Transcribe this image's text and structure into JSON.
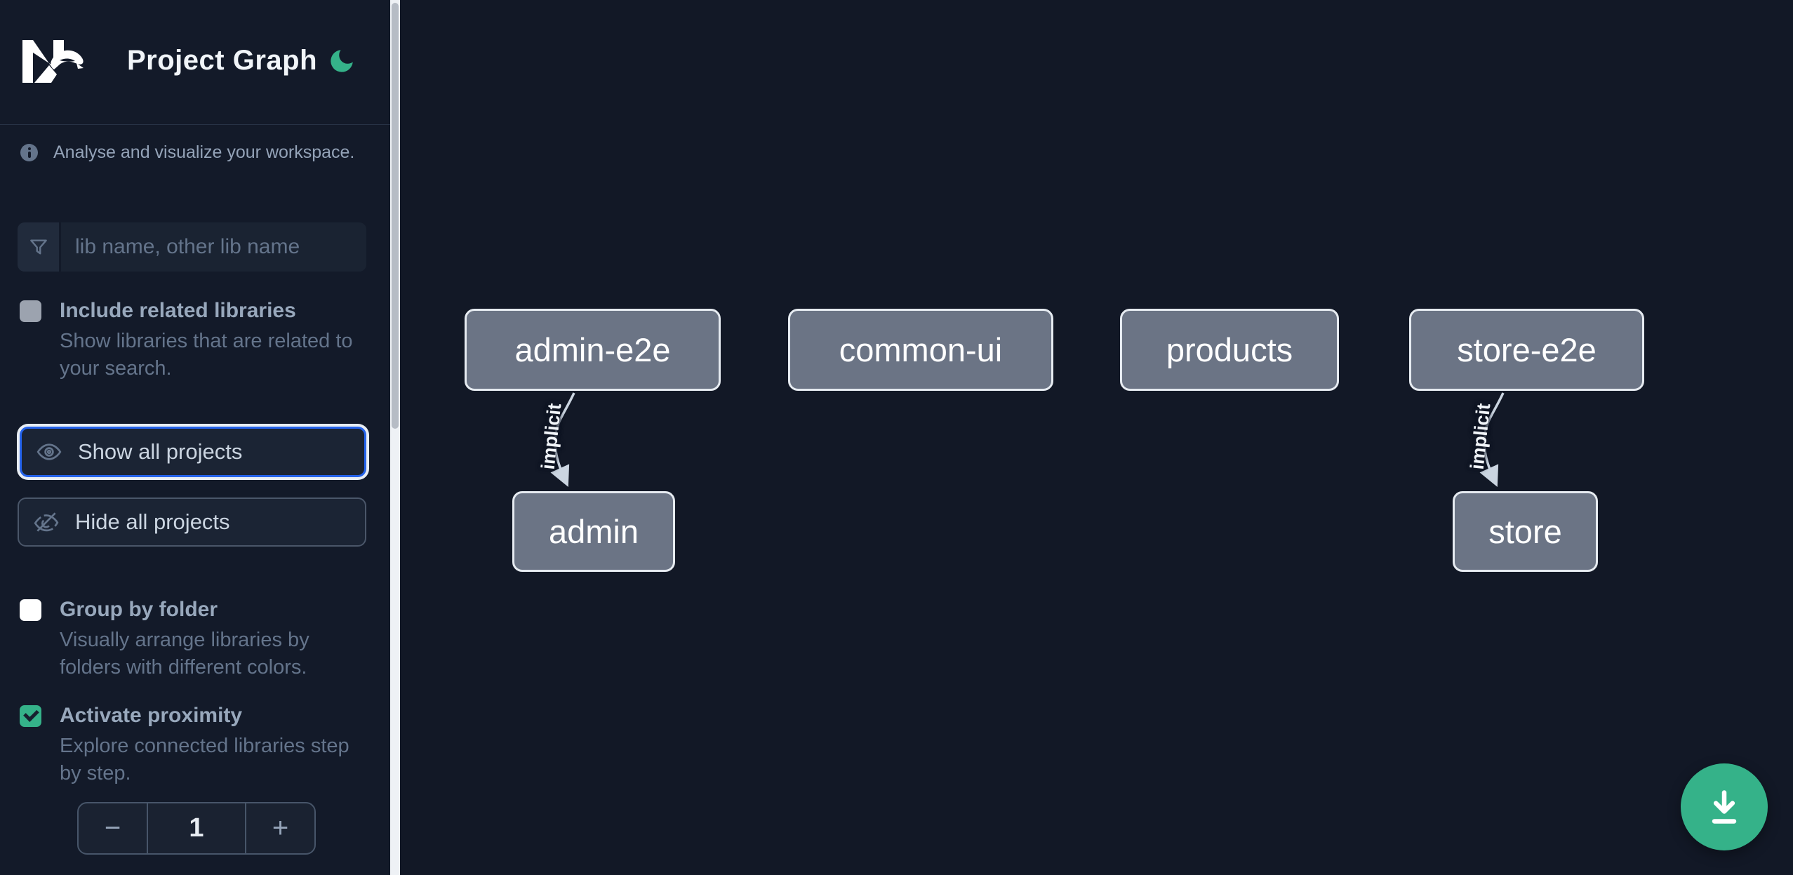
{
  "header": {
    "title": "Project Graph",
    "logo": "nx-logo",
    "theme_toggle_icon": "moon-icon"
  },
  "sidebar": {
    "info_text": "Analyse and visualize your workspace.",
    "filter": {
      "placeholder": "lib name, other lib name",
      "value": "",
      "icon": "funnel-icon"
    },
    "include_related": {
      "label": "Include related libraries",
      "description": "Show libraries that are related to your search.",
      "checked": false,
      "enabled": false
    },
    "show_all": {
      "label": "Show all projects",
      "icon": "eye-icon",
      "focused": true
    },
    "hide_all": {
      "label": "Hide all projects",
      "icon": "eye-off-icon",
      "focused": false
    },
    "group_by_folder": {
      "label": "Group by folder",
      "description": "Visually arrange libraries by folders with different colors.",
      "checked": false
    },
    "activate_proximity": {
      "label": "Activate proximity",
      "description": "Explore connected libraries step by step.",
      "checked": true
    },
    "proximity_stepper": {
      "decrement": "−",
      "value": "1",
      "increment": "+"
    }
  },
  "graph": {
    "nodes": [
      {
        "label": "admin-e2e"
      },
      {
        "label": "common-ui"
      },
      {
        "label": "products"
      },
      {
        "label": "store-e2e"
      },
      {
        "label": "admin"
      },
      {
        "label": "store"
      }
    ],
    "edges": [
      {
        "source": "admin-e2e",
        "target": "admin",
        "label": "implicit"
      },
      {
        "source": "store-e2e",
        "target": "store",
        "label": "implicit"
      }
    ]
  },
  "fab": {
    "icon": "download-icon",
    "action": "download graph image"
  },
  "colors": {
    "background": "#121826",
    "sidebar_background": "#131a29",
    "accent_blue": "#2563eb",
    "accent_green": "#35b289",
    "node_fill": "#6b7485",
    "node_border": "#e6ebf1",
    "edge": "#cbd5e1",
    "text_primary": "#f1f5f9",
    "text_muted": "#94a3b8",
    "text_dim": "#64748b"
  }
}
